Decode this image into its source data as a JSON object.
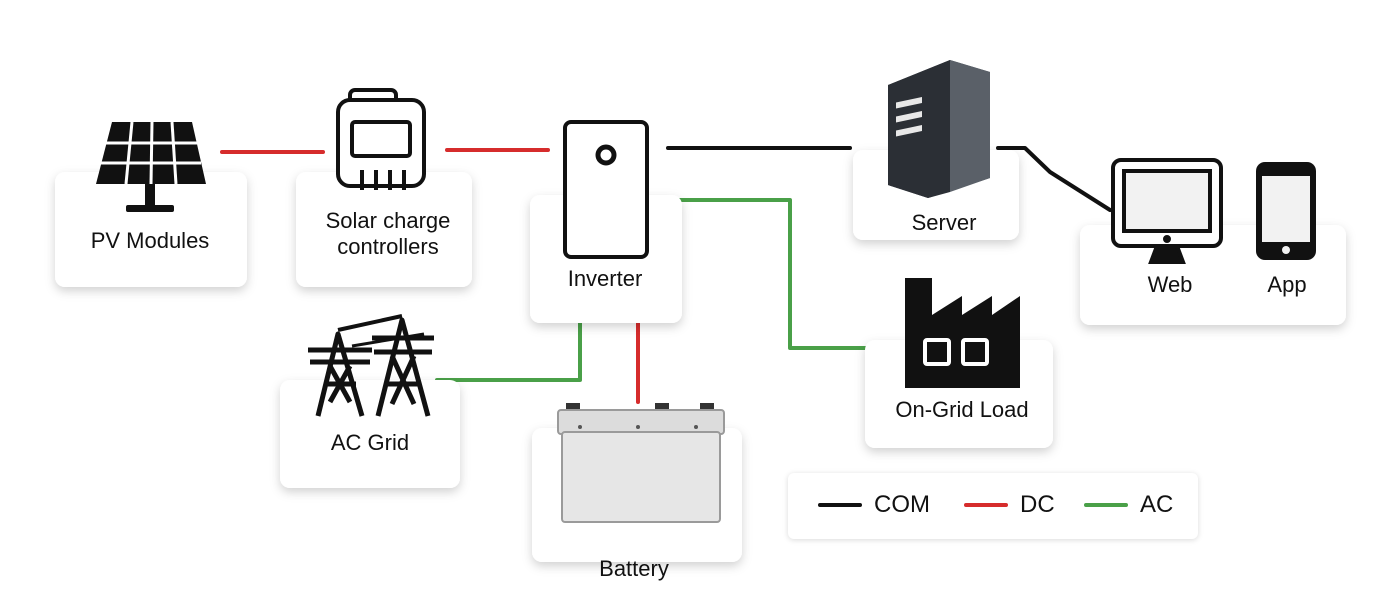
{
  "nodes": {
    "pv": {
      "label": "PV Modules"
    },
    "controller": {
      "label_line1": "Solar charge",
      "label_line2": "controllers"
    },
    "inverter": {
      "label": "Inverter"
    },
    "server": {
      "label": "Server"
    },
    "web": {
      "label": "Web"
    },
    "app": {
      "label": "App"
    },
    "grid": {
      "label": "AC Grid"
    },
    "battery": {
      "label": "Battery"
    },
    "load": {
      "label": "On-Grid Load"
    }
  },
  "legend": [
    {
      "label": "COM",
      "color": "#111111"
    },
    {
      "label": "DC",
      "color": "#d62c2c"
    },
    {
      "label": "AC",
      "color": "#4aa048"
    }
  ],
  "colors": {
    "com": "#111111",
    "dc": "#d62c2c",
    "ac": "#4aa048",
    "platform": "#ffffff"
  }
}
